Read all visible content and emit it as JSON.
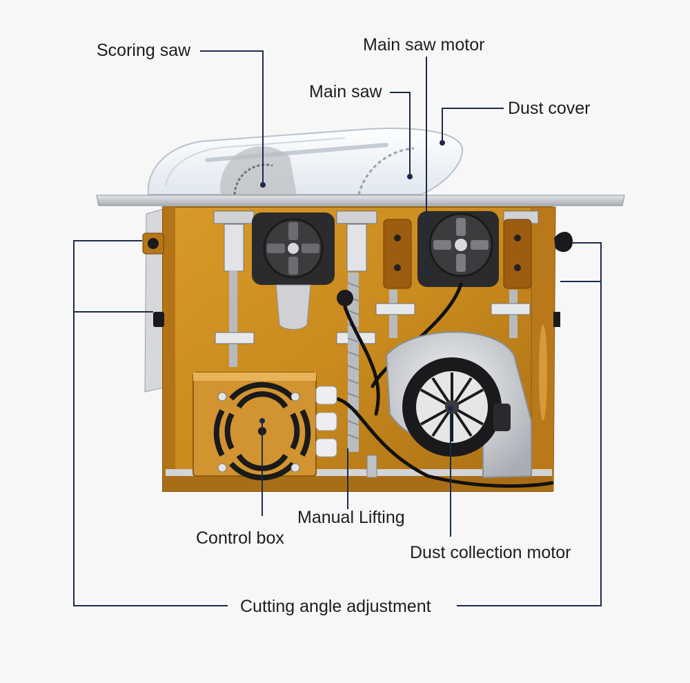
{
  "labels": {
    "scoring_saw": "Scoring saw",
    "main_saw_motor": "Main saw motor",
    "main_saw": "Main saw",
    "dust_cover": "Dust cover",
    "manual_lifting": "Manual Lifting",
    "control_box": "Control box",
    "dust_collection_motor": "Dust collection motor",
    "cutting_angle_adjustment": "Cutting angle adjustment"
  },
  "colors": {
    "leader_line": "#1b2a4a",
    "frame": "#c98a1e",
    "frame_dark": "#8e5c0e",
    "table_top": "#c8cbd0",
    "motor": "#2a2a2c",
    "blower": "#dcdde0",
    "background": "#f7f7f8"
  }
}
